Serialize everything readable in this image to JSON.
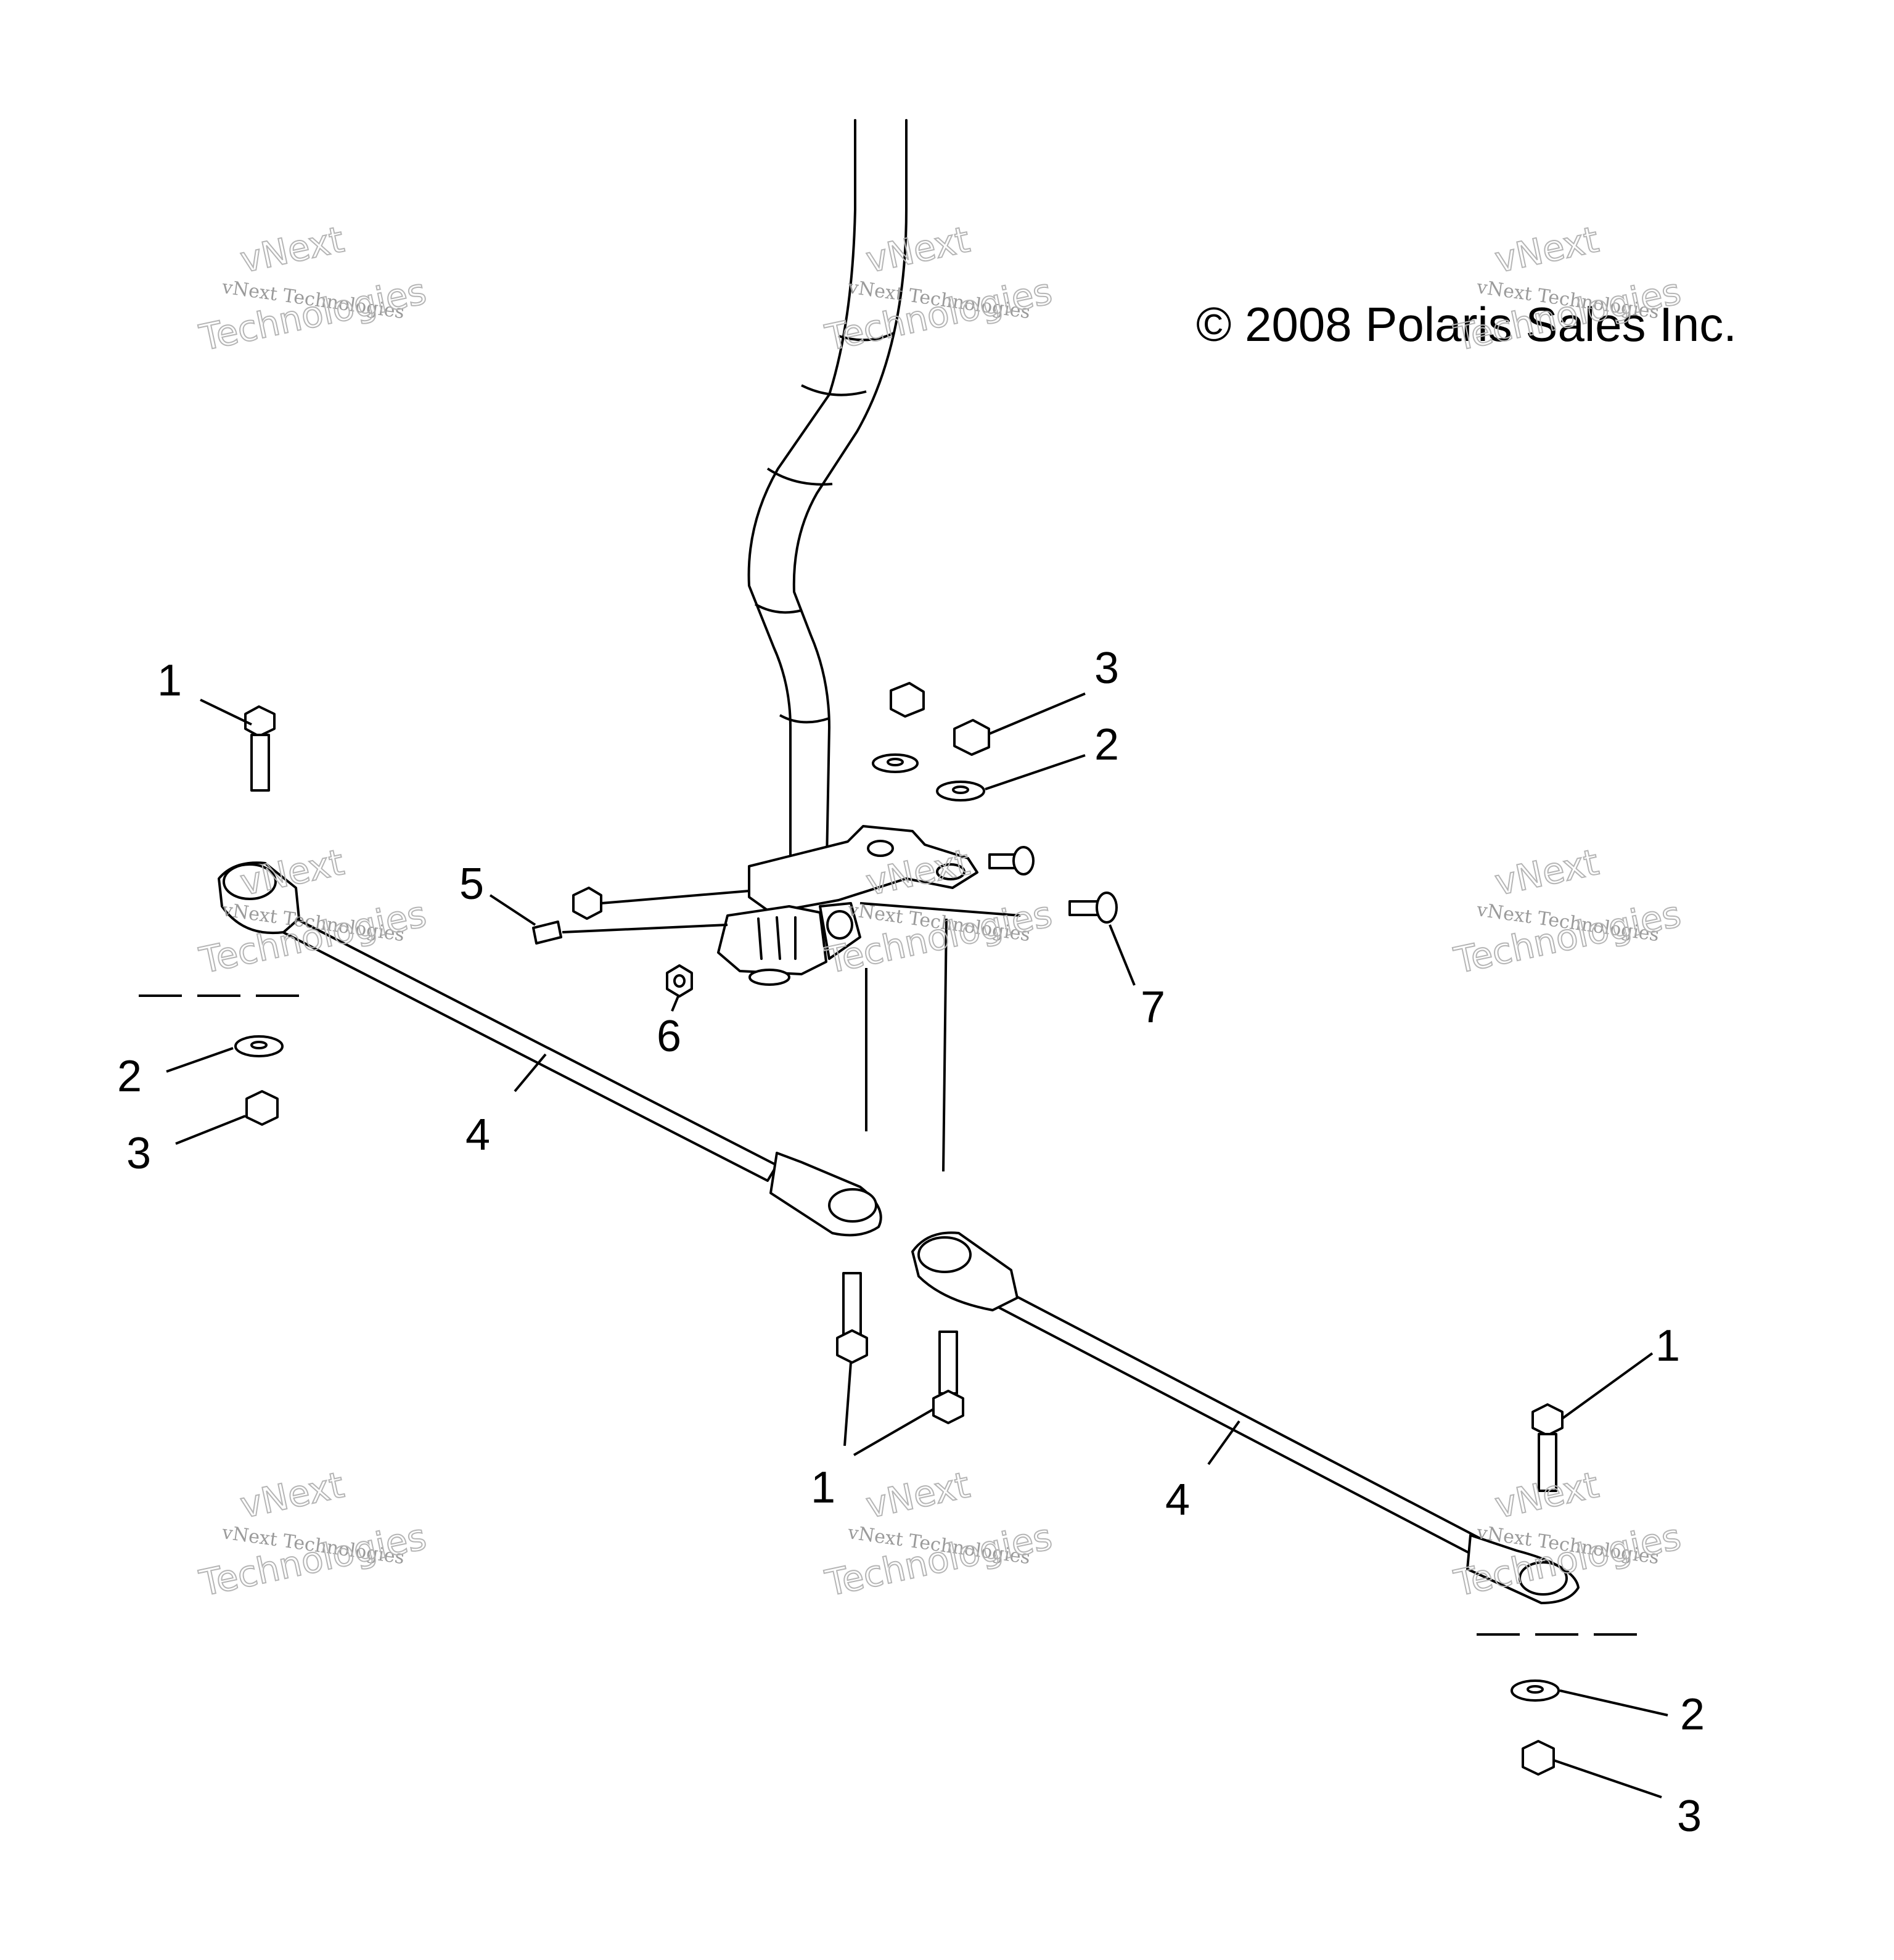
{
  "copyright": "© 2008 Polaris Sales Inc.",
  "callouts": {
    "c1_top_left": "1",
    "c2_left": "2",
    "c3_left": "3",
    "c4_left": "4",
    "c5": "5",
    "c6": "6",
    "c7": "7",
    "c3_top_right": "3",
    "c2_top_right": "2",
    "c1_center": "1",
    "c1_right": "1",
    "c4_right": "4",
    "c2_bottom_right": "2",
    "c3_bottom_right": "3"
  },
  "watermark": {
    "line1": "vNext Technologies",
    "line2": "vNext",
    "line3": "Technologies"
  }
}
